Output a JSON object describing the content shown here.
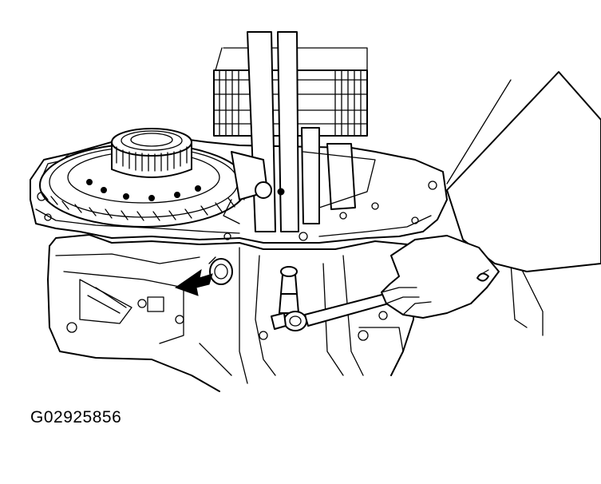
{
  "figure": {
    "id_label": "G02925856"
  },
  "icons": {
    "arrow": "black-pointer-arrow",
    "tool": "wrench-with-socket",
    "hand": "gloved-hand"
  },
  "colors": {
    "line": "#000000",
    "background": "#ffffff"
  }
}
